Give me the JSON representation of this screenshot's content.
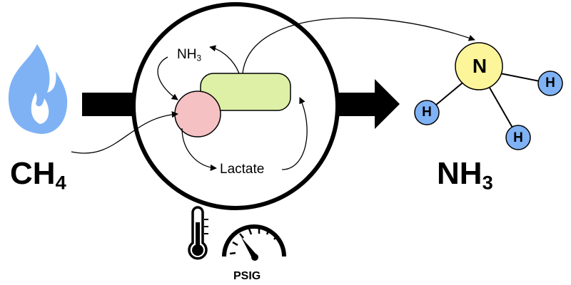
{
  "reactant": {
    "formula_main": "CH",
    "formula_sub": "4",
    "icon": "flame-icon"
  },
  "product": {
    "formula_main": "NH",
    "formula_sub": "3"
  },
  "bioreactor": {
    "internal_product": {
      "main": "NH",
      "sub": "3"
    },
    "metabolite": "Lactate"
  },
  "molecule": {
    "center_atom": "N",
    "substituents": [
      "H",
      "H",
      "H"
    ]
  },
  "conditions": {
    "pressure_unit": "PSIG",
    "icons": [
      "thermometer-icon",
      "pressure-gauge-icon"
    ]
  },
  "colors": {
    "flame": "#7fb2f5",
    "cell_green": "#ddf0a6",
    "cell_pink": "#f6c1c3",
    "nitrogen": "#fdf59a",
    "hydrogen": "#7fb2f5",
    "arrow": "#000000"
  }
}
